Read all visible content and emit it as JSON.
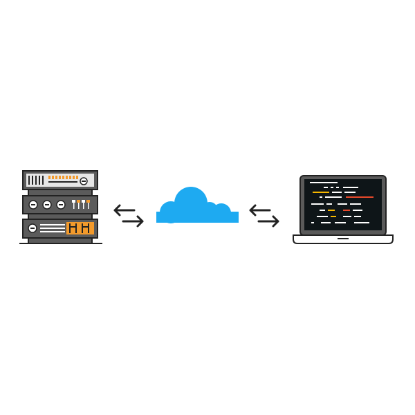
{
  "nodes": [
    {
      "id": "server",
      "icon": "server-rack-icon"
    },
    {
      "id": "cloud",
      "icon": "cloud-icon"
    },
    {
      "id": "laptop",
      "icon": "laptop-icon"
    }
  ],
  "connections": [
    {
      "from": "server",
      "to": "cloud",
      "icon": "bidirectional-arrows-icon"
    },
    {
      "from": "cloud",
      "to": "laptop",
      "icon": "bidirectional-arrows-icon"
    }
  ],
  "colors": {
    "background": "#ffffff",
    "outline": "#222222",
    "server_panel": "#5b5b5b",
    "server_accent": "#f39a2b",
    "cloud": "#1eaaf1",
    "laptop_body": "#5a5a5a",
    "screen": "#0e1518",
    "code_white": "#ffffff",
    "code_yellow": "#f5b700",
    "code_red": "#e8492b"
  }
}
